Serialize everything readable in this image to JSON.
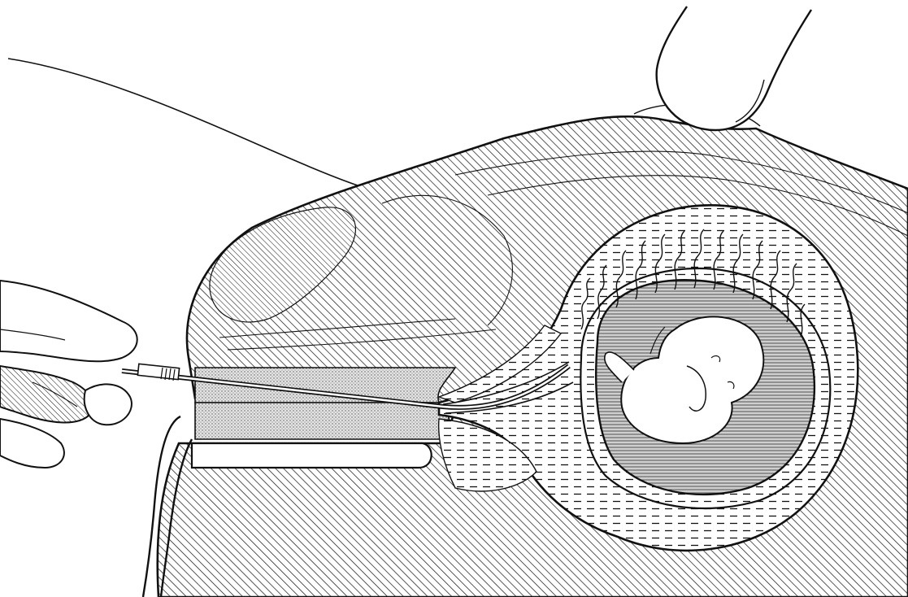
{
  "figure": {
    "kind": "anatomical line illustration",
    "colors": {
      "ink": "#111111",
      "paper": "#ffffff",
      "stipple": "#d6d6d6",
      "amniotic": "#bdbdbd"
    },
    "parts": [
      {
        "id": "probe",
        "icon": "ultrasound-transducer-icon"
      },
      {
        "id": "hand",
        "icon": "hand-holding-catheter-icon"
      },
      {
        "id": "catheter",
        "icon": "catheter-icon"
      },
      {
        "id": "speculum",
        "icon": "speculum-blade-icon"
      },
      {
        "id": "bladder",
        "icon": "bladder-icon"
      },
      {
        "id": "uterus",
        "icon": "uterine-wall-icon"
      },
      {
        "id": "chorionic-villi",
        "icon": "chorionic-villi-icon"
      },
      {
        "id": "amniotic-sac",
        "icon": "amniotic-sac-icon"
      },
      {
        "id": "embryo",
        "icon": "embryo-icon"
      }
    ]
  }
}
